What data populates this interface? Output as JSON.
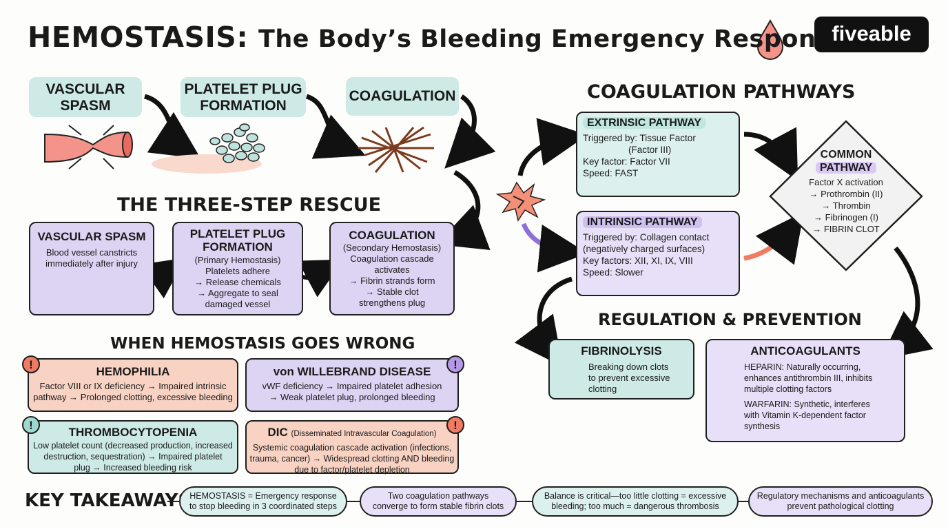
{
  "title": {
    "main": "HEMOSTASIS:",
    "sub": "The Body’s Bleeding Emergency Response"
  },
  "logo": {
    "text": "fiveable"
  },
  "top_steps": {
    "spasm": [
      "VASCULAR",
      "SPASM"
    ],
    "plug": [
      "PLATELET PLUG",
      "FORMATION"
    ],
    "coag": "COAGULATION"
  },
  "three_step": {
    "heading": "THE THREE-STEP RESCUE",
    "spasm": {
      "title": "VASCULAR SPASM",
      "body": [
        "Blood vessel canstricts",
        "immediately after injury"
      ]
    },
    "plug": {
      "title": [
        "PLATELET PLUG",
        "FORMATION"
      ],
      "subtitle": "(Primary Hemostasis)",
      "body": [
        "Platelets adhere",
        "→ Release chemicals",
        "→ Aggregate to seal",
        "damaged vessel"
      ]
    },
    "coag": {
      "title": "COAGULATION",
      "subtitle": "(Secondary Hemostasis)",
      "body": [
        "Coagulation cascade",
        "activates",
        "→ Fibrin strands form",
        "→ Stable clot",
        "strengthens plug"
      ]
    }
  },
  "wrong": {
    "heading": "WHEN HEMOSTASIS GOES WRONG",
    "hemophilia": {
      "title": "HEMOPHILIA",
      "body": [
        "Factor VIII or IX deficiency → Impaired intrinsic",
        "pathway → Prolonged clotting, excessive bleeding"
      ]
    },
    "vwd": {
      "title": "von WILLEBRAND DISEASE",
      "body": [
        "vWF deficiency → Impaired platelet adhesion",
        "→ Weak platelet plug, prolonged bleeding"
      ]
    },
    "thrombo": {
      "title": "THROMBOCYTOPENIA",
      "body": [
        "Low platelet count (decreased production, increased",
        "destruction, sequestration) → Impaired platelet",
        "plug → Increased bleeding risk"
      ]
    },
    "dic": {
      "title": "DIC",
      "title_note": "(Disseminated Intravascular Coagulation)",
      "body": [
        "Systemic coagulation cascade activation (infections,",
        "trauma, cancer) → Widespread clotting AND bleeding",
        "due to factor/platelet depletion"
      ]
    },
    "bang": "!"
  },
  "pathways": {
    "heading": "COAGULATION PATHWAYS",
    "extrinsic": {
      "title": "EXTRINSIC PATHWAY",
      "lines": [
        "Triggered by: Tissue Factor",
        "(Factor III)",
        "Key factor: Factor VII",
        "Speed: FAST"
      ]
    },
    "intrinsic": {
      "title": "INTRINSIC PATHWAY",
      "lines": [
        "Triggered by: Collagen contact",
        "(negatively charged surfaces)",
        "Key factors: XII, XI, IX, VIII",
        "Speed: Slower"
      ]
    },
    "common": {
      "title1": "COMMON",
      "title2": "PATHWAY",
      "lines": [
        "Factor X activation",
        "→ Prothrombin (II)",
        "→ Thrombin",
        "→ Fibrinogen (I)",
        "→ FIBRIN CLOT"
      ]
    }
  },
  "regulation": {
    "heading": "REGULATION & PREVENTION",
    "fibrinolysis": {
      "title": "FIBRINOLYSIS",
      "body": [
        "Breaking down clots",
        "to prevent excessive",
        "clotting"
      ]
    },
    "anticoag": {
      "title": "ANTICOAGULANTS",
      "heparin": [
        "HEPARIN: Naturally occurring,",
        "enhances antithrombin III, inhibits",
        "multiple clotting factors"
      ],
      "warfarin": [
        "WARFARIN: Synthetic, interferes",
        "with Vitamin K-dependent factor",
        "synthesis"
      ]
    }
  },
  "takeaways": {
    "heading": "KEY TAKEAWAYS",
    "items": [
      [
        "HEMOSTASIS = Emergency response",
        "to stop bleeding in 3 coordinated steps"
      ],
      [
        "Two coagulation pathways",
        "converge to form stable fibrin clots"
      ],
      [
        "Balance is critical—too little clotting = excessive",
        "bleeding; too much = dangerous thrombosis"
      ],
      [
        "Regulatory mechanisms and anticoagulants",
        "prevent pathological clotting"
      ]
    ]
  },
  "colors": {
    "teal": "#cdeae6",
    "lavender": "#ddd3f3",
    "salmon": "#f8d2c2",
    "accent_red": "#f07a62",
    "accent_purple": "#8f6fd8"
  }
}
